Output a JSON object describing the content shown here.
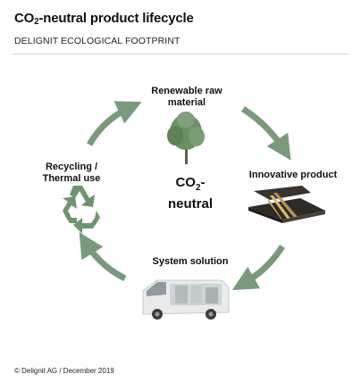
{
  "header": {
    "title_prefix": "CO",
    "title_sub": "2",
    "title_suffix": "-neutral product lifecycle",
    "subtitle": "DELIGNIT ECOLOGICAL FOOTPRINT"
  },
  "cycle": {
    "center_line1_prefix": "CO",
    "center_line1_sub": "2",
    "center_line1_suffix": "-",
    "center_line2": "neutral",
    "nodes": {
      "top": "Renewable raw\nmaterial",
      "right": "Innovative product",
      "bottom": "System solution",
      "left": "Recycling /\nThermal use"
    },
    "icons": {
      "top": "tree-icon",
      "right": "layered-panel-icon",
      "bottom": "van-icon",
      "left": "recycle-icon"
    },
    "arrow_color": "#7a9a7e",
    "tree_color": "#6d8f68",
    "recycle_color": "#6e9470"
  },
  "footer": {
    "copyright": "© Delignit AG / December 2019"
  }
}
